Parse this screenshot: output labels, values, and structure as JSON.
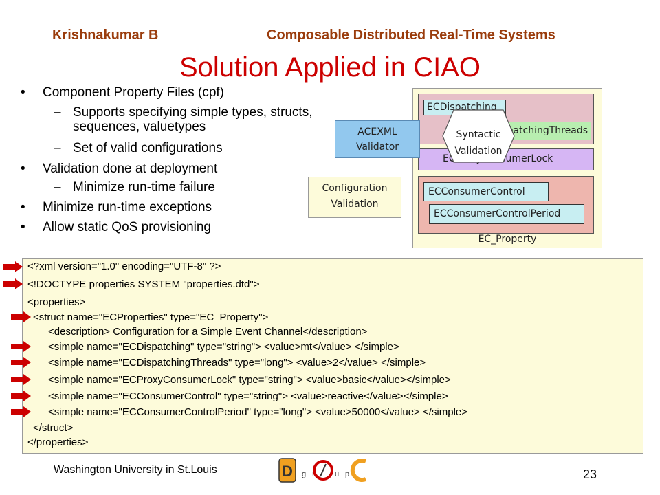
{
  "header": {
    "author": "Krishnakumar B",
    "course": "Composable Distributed Real-Time Systems",
    "title": "Solution Applied in CIAO"
  },
  "bullets": [
    {
      "text": "Component Property Files (cpf)"
    },
    {
      "sub": "Supports specifying simple types, structs, sequences, valuetypes"
    },
    {
      "sub": "Set of valid configurations"
    },
    {
      "text": "Validation done at deployment"
    },
    {
      "sub": "Minimize run-time failure"
    },
    {
      "text": "Minimize run-time exceptions"
    },
    {
      "text": "Allow static QoS provisioning"
    }
  ],
  "diagram": {
    "panel_label": "EC_Property",
    "dispatching": "ECDispatching",
    "dispatching_threads": "ECDispatchingThreads",
    "proxy_lock": "ECProxyConsumerLock",
    "consumer_control": "ECConsumerControl",
    "consumer_control_period": "ECConsumerControlPeriod",
    "acexml_line1": "ACEXML",
    "acexml_line2": "Validator",
    "config_line1": "Configuration",
    "config_line2": "Validation",
    "syntactic_line1": "Syntactic",
    "syntactic_line2": "Validation"
  },
  "xml_lines": [
    "<?xml version=\"1.0\" encoding=\"UTF-8\" ?>",
    "<!DOCTYPE properties SYSTEM \"properties.dtd\">",
    "<properties>",
    "<struct name=\"ECProperties\" type=\"EC_Property\">",
    "<description> Configuration for a Simple Event Channel</description>",
    "<simple name=\"ECDispatching\" type=\"string\"> <value>mt</value> </simple>",
    "<simple name=\"ECDispatchingThreads\" type=\"long\"> <value>2</value> </simple>",
    "<simple name=\"ECProxyConsumerLock\" type=\"string\"> <value>basic</value></simple>",
    "<simple name=\"ECConsumerControl\" type=\"string\"> <value>reactive</value></simple>",
    "<simple name=\"ECConsumerControlPeriod\" type=\"long\"> <value>50000</value> </simple>",
    "</struct>",
    "</properties>"
  ],
  "footer": {
    "university": "Washington University in St.Louis",
    "page_number": "23",
    "logo_name": "DOC Group"
  },
  "colors": {
    "header": "#9a3c0c",
    "title": "#cc0000",
    "arrow": "#cc0000"
  }
}
